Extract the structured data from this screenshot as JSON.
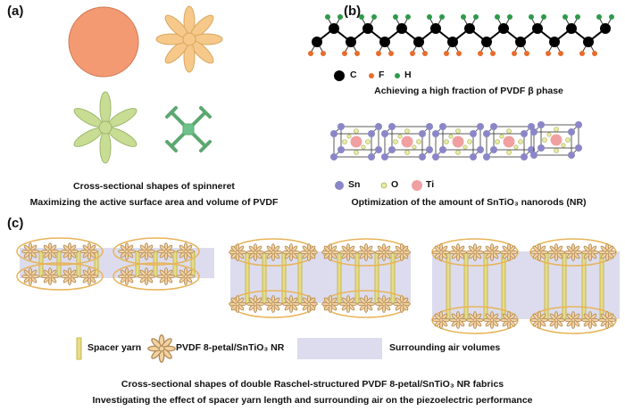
{
  "panels": {
    "a": {
      "label": "(a)",
      "caption_line1": "Cross-sectional shapes of spinneret",
      "caption_line2": "Maximizing the active surface area and volume of PVDF",
      "colors": {
        "circle": "#f39a72",
        "petal8": "#f6c98a",
        "petal6": "#c9dc94",
        "cross": "#6dc38a"
      }
    },
    "b": {
      "label": "(b)",
      "atoms_legend": [
        {
          "symbol": "C",
          "color": "#000000"
        },
        {
          "symbol": "F",
          "color": "#e86c2c"
        },
        {
          "symbol": "H",
          "color": "#2e9a4a"
        }
      ],
      "caption_top": "Achieving a high fraction of PVDF β phase",
      "lattice_legend": [
        {
          "symbol": "Sn",
          "color": "#8a86c8"
        },
        {
          "symbol": "O",
          "color": "#e8eca0"
        },
        {
          "symbol": "Ti",
          "color": "#f0a0a0"
        }
      ],
      "caption_bottom": "Optimization of the amount of SnTiO₃ nanorods (NR)"
    },
    "c": {
      "label": "(c)",
      "legend": {
        "spacer": "Spacer yarn",
        "petal": "PVDF 8-petal/SnTiO₃ NR",
        "air": "Surrounding air volumes"
      },
      "caption_line1": "Cross-sectional shapes of double Raschel-structured PVDF 8-petal/SnTiO₃ NR fabrics",
      "caption_line2": "Investigating the effect of spacer yarn length and surrounding air on the piezoelectric performance",
      "colors": {
        "ellipse": "#e8b45a",
        "spacer": "#e6dc8a",
        "air": "#dcdcee",
        "petal": "#f3d2a0"
      }
    }
  }
}
